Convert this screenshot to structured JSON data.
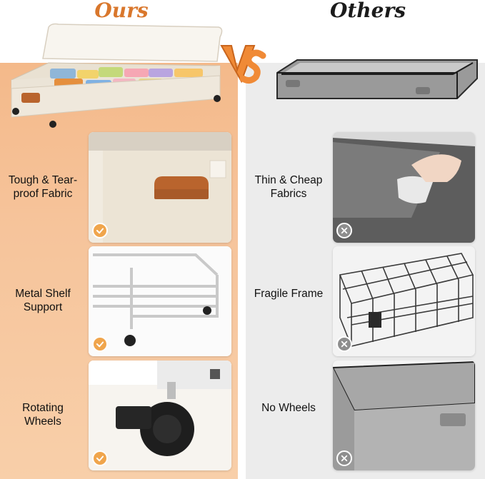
{
  "header": {
    "ours": "Ours",
    "others": "Others",
    "versus": "VS"
  },
  "ours": {
    "features": [
      {
        "label": "Tough & Tear-\nproof Fabric"
      },
      {
        "label": "Metal Shelf\nSupport"
      },
      {
        "label": "Rotating\nWheels"
      }
    ]
  },
  "others": {
    "features": [
      {
        "label": "Thin & Cheap\nFabrics"
      },
      {
        "label": "Fragile Frame"
      },
      {
        "label": "No Wheels"
      }
    ]
  },
  "colors": {
    "ours_accent": "#f0a54c",
    "ours_panel": "#f6c49b",
    "others_panel": "#ececec",
    "check_badge": "#f0a54c",
    "cross_badge": "#8e8e8e"
  },
  "icons": {
    "yes": "check-icon",
    "no": "cross-icon"
  }
}
